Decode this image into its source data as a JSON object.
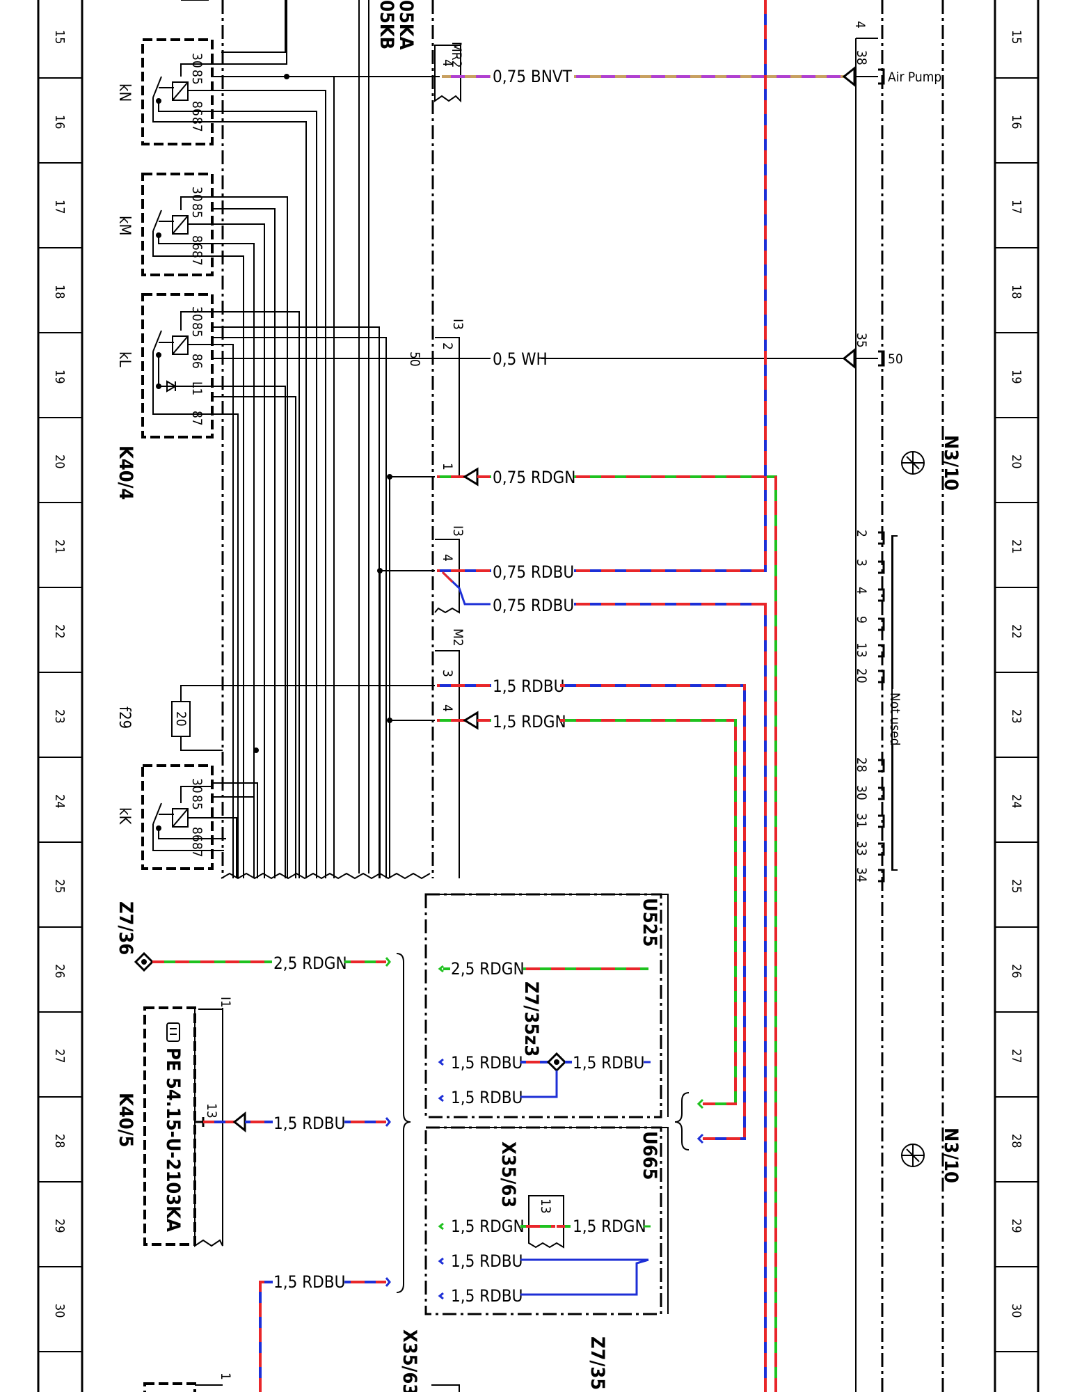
{
  "grid": {
    "rows": [
      "15",
      "16",
      "17",
      "18",
      "19",
      "20",
      "21",
      "22",
      "23",
      "24",
      "25",
      "26",
      "27",
      "28",
      "29",
      "30"
    ]
  },
  "colors": {
    "black": "#000000",
    "RD": "#e8262a",
    "GN": "#1fc11f",
    "BU": "#1d2fd6",
    "VT": "#b040d0",
    "BN": "#c8a060"
  },
  "labels": {
    "top_conn_a": "05KA",
    "top_conn_b": "05KB",
    "relay_kn": "kN",
    "relay_km": "kM",
    "relay_kl": "kL",
    "relay_kk": "kK",
    "fuse_f29": "f29",
    "fuse_val": "20",
    "k40_4": "K40/4",
    "k40_5": "K40/5",
    "z7_36": "Z7/36",
    "u525": "U525",
    "u665": "U665",
    "z7_35z3": "Z7/35z3",
    "x35_63": "X35/63",
    "x35_63_b": "X35/63",
    "z7_35": "Z7/35",
    "n3_10_a": "N3/10",
    "n3_10_b": "N3/10",
    "pe_ref": "PE 54.15-U-2103KA",
    "not_used": "Not used",
    "air_pump": "Air Pump",
    "conn_mr2": "MR2",
    "conn_i3_a": "I3",
    "conn_i3_b": "I3",
    "conn_m2": "M2",
    "conn_i1": "I1",
    "pin_50_left": "50",
    "pin_50_right": "50"
  },
  "relay_pins": {
    "p30": "30",
    "p85": "85",
    "p86": "86",
    "p87": "87",
    "pl1": "L1"
  },
  "wires": {
    "w_bnvt": "0,75 BNVT",
    "w_wh": "0,5 WH",
    "w_rdgn_1": "0,75 RDGN",
    "w_rdbu_1": "0,75 RDBU",
    "w_rdbu_2": "0,75 RDBU",
    "w_rdbu_3": "1,5 RDBU",
    "w_rdgn_2": "1,5 RDGN",
    "w_z736": "2,5 RDGN",
    "w_k405": "1,5 RDBU",
    "w_bottom": "1,5 RDBU",
    "u525_a": "2,5 RDGN",
    "u525_b": "1,5 RDBU",
    "u525_c": "1,5 RDBU",
    "u525_d": "1,5 RDBU",
    "u665_a": "1,5 RDGN",
    "u665_b": "1,5 RDGN",
    "u665_c": "1,5 RDBU",
    "u665_d": "1,5 RDBU"
  },
  "pins": {
    "mr2_4": "4",
    "i3_2": "2",
    "i3_1": "1",
    "i3b_4": "4",
    "m2_3": "3",
    "m2_4": "4",
    "i1_13": "13",
    "x3563_13": "13",
    "n310_38": "38",
    "n310_35": "35",
    "n310_4": "4",
    "unused": [
      "2",
      "3",
      "4",
      "9",
      "13",
      "20",
      "28",
      "30",
      "31",
      "33",
      "34"
    ]
  }
}
